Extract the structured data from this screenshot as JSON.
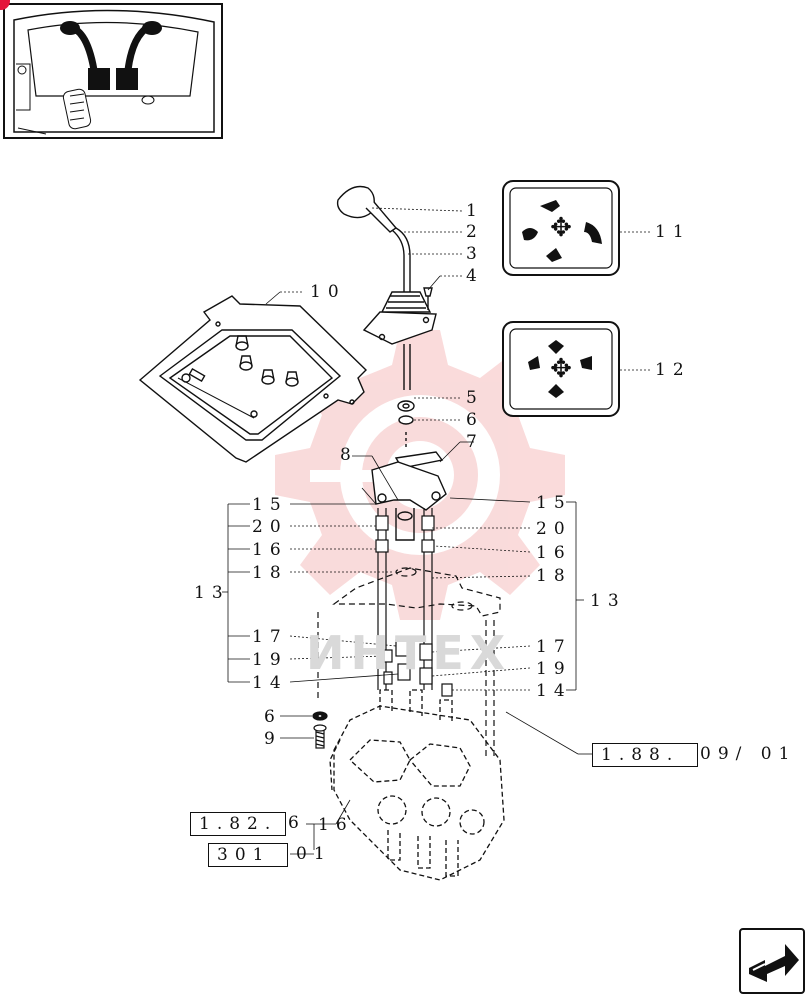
{
  "callouts": {
    "c1": "1",
    "c2": "2",
    "c3": "3",
    "c4": "4",
    "c5": "5",
    "c6": "6",
    "c7": "7",
    "c8": "8",
    "c10": "10",
    "c11": "11",
    "c12": "12",
    "l15": "15",
    "l20": "20",
    "l16": "16",
    "l18": "18",
    "l13": "13",
    "l17": "17",
    "l19": "19",
    "l14": "14",
    "r15": "15",
    "r20": "20",
    "r16": "16",
    "r18": "18",
    "r13": "13",
    "r17": "17",
    "r19": "19",
    "r14": "14",
    "b6": "6",
    "b9": "9",
    "b16": "16"
  },
  "references": {
    "ref_1_88": "1.88.",
    "ref_1_88_tail": "09/ 01",
    "ref_1_82": "1.82.",
    "ref_1_82_tail": "6",
    "ref_301": "301",
    "ref_301_tail": "01"
  },
  "watermark": {
    "text": "ИНТЕХ"
  },
  "colors": {
    "watermark_red": "#f7c9c9",
    "line": "#111111",
    "accent_dot": "#e5143a"
  }
}
